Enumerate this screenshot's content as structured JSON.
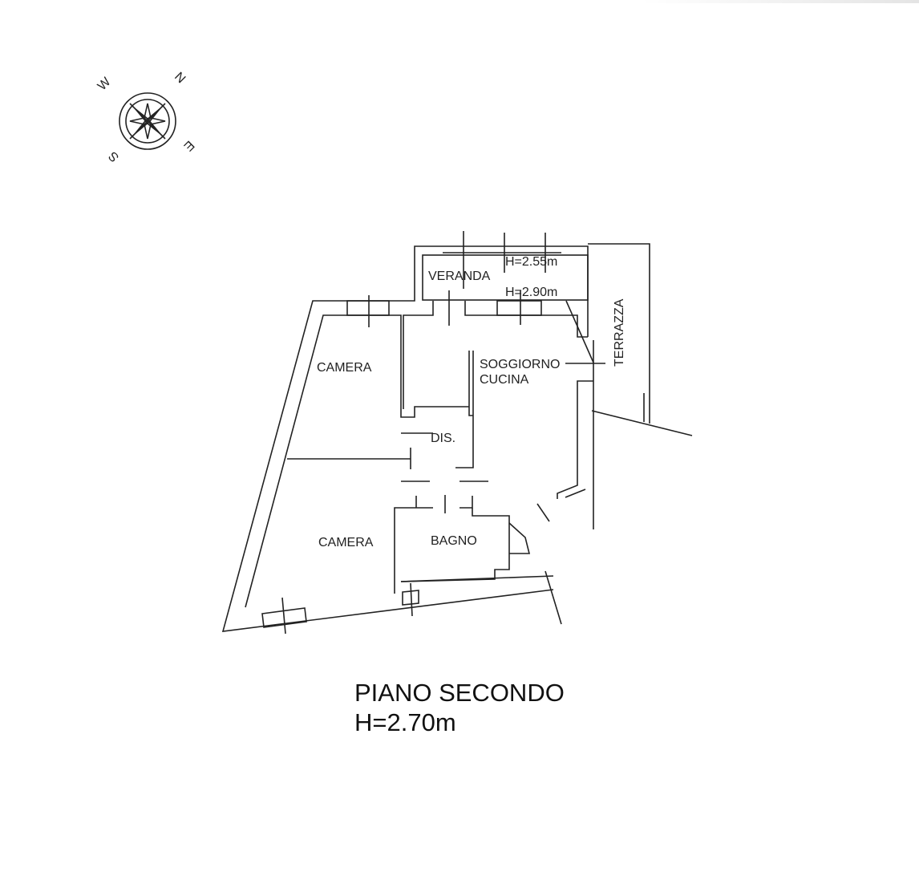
{
  "compass": {
    "n": "N",
    "e": "E",
    "s": "S",
    "w": "W"
  },
  "rooms": {
    "camera_top": "CAMERA",
    "veranda": "VERANDA",
    "veranda_height_1": "H=2.55m",
    "veranda_height_2": "H=2.90m",
    "soggiorno": "SOGGIORNO",
    "cucina": "CUCINA",
    "terrazza": "TERRAZZA",
    "dis": "DIS.",
    "camera_bottom": "CAMERA",
    "bagno": "BAGNO"
  },
  "caption": {
    "floor": "PIANO SECONDO",
    "height": "H=2.70m"
  }
}
